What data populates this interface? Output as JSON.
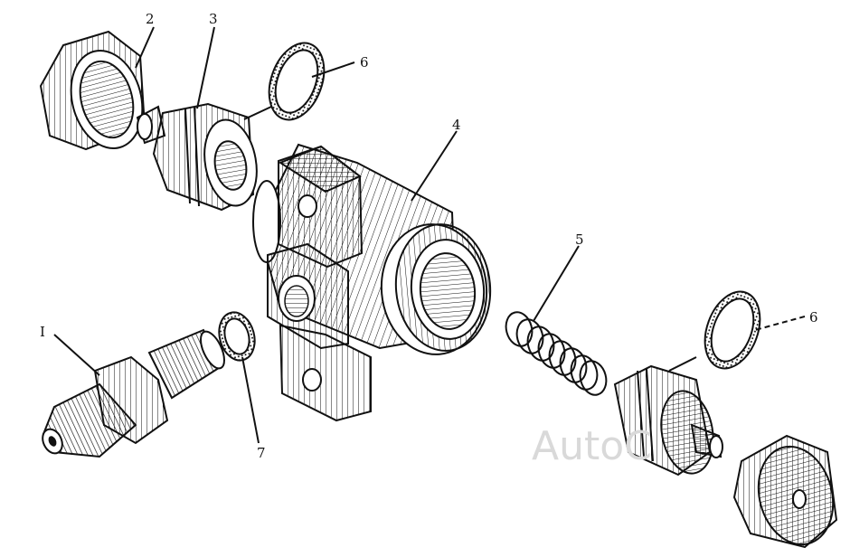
{
  "labels": {
    "p1": "I",
    "p2": "2",
    "p3": "3",
    "p4": "4",
    "p5": "5",
    "p6a": "6",
    "p6b": "6",
    "p7": "7"
  },
  "watermark": "AutoC"
}
